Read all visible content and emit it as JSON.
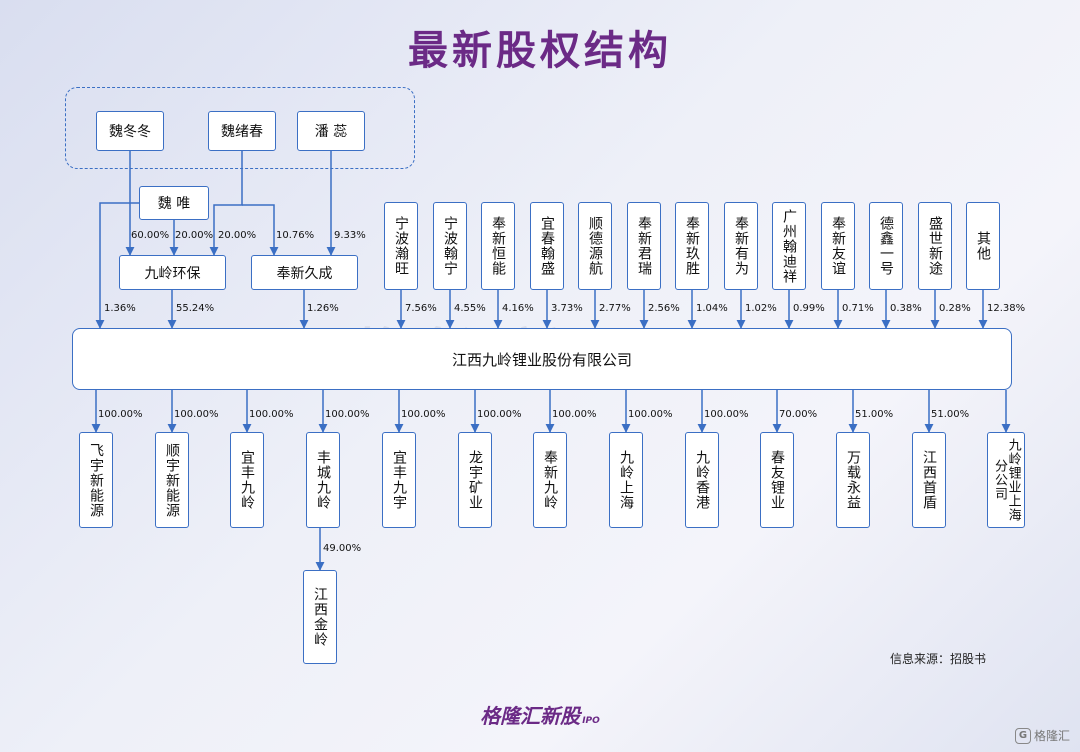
{
  "title": "最新股权结构",
  "colors": {
    "title": "#6b2a86",
    "line": "#3b6fc4",
    "box_border": "#3b6fc4",
    "box_fill": "#ffffff"
  },
  "persons": [
    "魏冬冬",
    "魏绪春",
    "潘 蕊"
  ],
  "wei_wei": "魏 唯",
  "holding_cos": [
    "九岭环保",
    "奉新久成"
  ],
  "holding_edges": [
    "60.00%",
    "20.00%",
    "20.00%",
    "10.76%",
    "9.33%"
  ],
  "top_shareholders": [
    {
      "name": "宁波瀚旺",
      "pct": "7.56%"
    },
    {
      "name": "宁波翰宁",
      "pct": "4.55%"
    },
    {
      "name": "奉新恒能",
      "pct": "4.16%"
    },
    {
      "name": "宜春翰盛",
      "pct": "3.73%"
    },
    {
      "name": "顺德源航",
      "pct": "2.77%"
    },
    {
      "name": "奉新君瑞",
      "pct": "2.56%"
    },
    {
      "name": "奉新玖胜",
      "pct": "1.04%"
    },
    {
      "name": "奉新有为",
      "pct": "1.02%"
    },
    {
      "name": "广州翰迪祥",
      "pct": "0.99%"
    },
    {
      "name": "奉新友谊",
      "pct": "0.71%"
    },
    {
      "name": "德鑫一号",
      "pct": "0.38%"
    },
    {
      "name": "盛世新途",
      "pct": "0.28%"
    },
    {
      "name": "其他",
      "pct": "12.38%"
    }
  ],
  "main_edges": {
    "wei_wei": "1.36%",
    "jiuling_hb": "55.24%",
    "fengxin_jc": "1.26%"
  },
  "company": "江西九岭锂业股份有限公司",
  "subsidiaries": [
    {
      "name": "飞宇新能源",
      "pct": "100.00%"
    },
    {
      "name": "顺宇新能源",
      "pct": "100.00%"
    },
    {
      "name": "宜丰九岭",
      "pct": "100.00%"
    },
    {
      "name": "丰城九岭",
      "pct": "100.00%"
    },
    {
      "name": "宜丰九宇",
      "pct": "100.00%"
    },
    {
      "name": "龙宇矿业",
      "pct": "100.00%"
    },
    {
      "name": "奉新九岭",
      "pct": "100.00%"
    },
    {
      "name": "九岭上海",
      "pct": "100.00%"
    },
    {
      "name": "九岭香港",
      "pct": "100.00%"
    },
    {
      "name": "春友锂业",
      "pct": "70.00%"
    },
    {
      "name": "万载永益",
      "pct": "51.00%"
    },
    {
      "name": "江西首盾",
      "pct": "51.00%"
    },
    {
      "name": "九岭锂业上海分公司",
      "pct": ""
    }
  ],
  "sub_sub": {
    "name": "江西金岭",
    "pct": "49.00%"
  },
  "watermark": "格隆汇新股",
  "watermark_ipo": "IPO",
  "source": "信息来源：招股书",
  "footer_logo": "格隆汇新股",
  "footer_ipo": "IPO",
  "corner_text": "格隆汇",
  "corner_icon": "G"
}
